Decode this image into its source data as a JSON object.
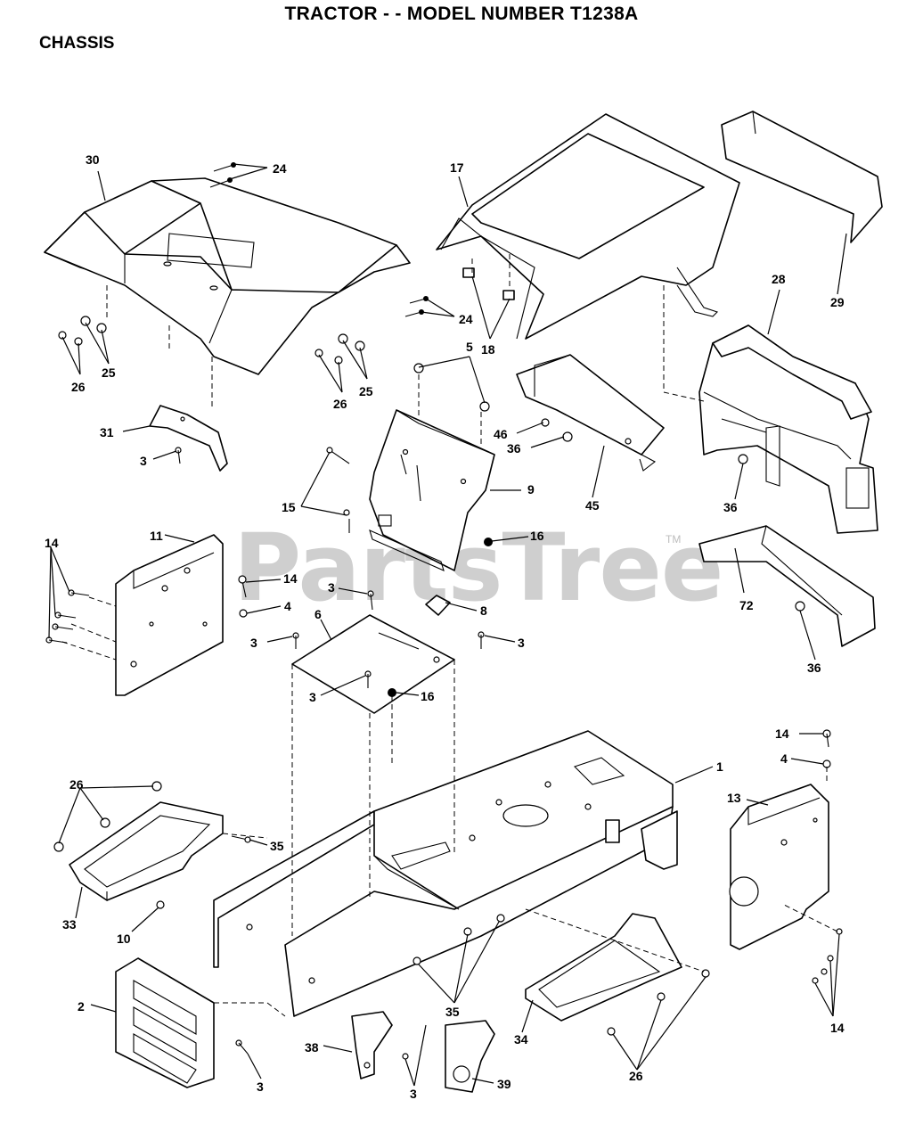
{
  "header": {
    "title": "TRACTOR - - MODEL NUMBER T1238A",
    "section": "CHASSIS"
  },
  "watermark": {
    "text": "PartsTree",
    "trademark": "TM"
  },
  "callouts": [
    {
      "id": "c30",
      "text": "30"
    },
    {
      "id": "c24a",
      "text": "24"
    },
    {
      "id": "c17",
      "text": "17"
    },
    {
      "id": "c29",
      "text": "29"
    },
    {
      "id": "c24b",
      "text": "24"
    },
    {
      "id": "c18",
      "text": "18"
    },
    {
      "id": "c28",
      "text": "28"
    },
    {
      "id": "c25a",
      "text": "25"
    },
    {
      "id": "c26a",
      "text": "26"
    },
    {
      "id": "c25b",
      "text": "25"
    },
    {
      "id": "c26b",
      "text": "26"
    },
    {
      "id": "c5",
      "text": "5"
    },
    {
      "id": "c31",
      "text": "31"
    },
    {
      "id": "c3a",
      "text": "3"
    },
    {
      "id": "c46",
      "text": "46"
    },
    {
      "id": "c36a",
      "text": "36"
    },
    {
      "id": "c9",
      "text": "9"
    },
    {
      "id": "c45",
      "text": "45"
    },
    {
      "id": "c36b",
      "text": "36"
    },
    {
      "id": "c15",
      "text": "15"
    },
    {
      "id": "c16a",
      "text": "16"
    },
    {
      "id": "c14a",
      "text": "14"
    },
    {
      "id": "c11",
      "text": "11"
    },
    {
      "id": "c14b",
      "text": "14"
    },
    {
      "id": "c3b",
      "text": "3"
    },
    {
      "id": "c4a",
      "text": "4"
    },
    {
      "id": "c8",
      "text": "8"
    },
    {
      "id": "c6",
      "text": "6"
    },
    {
      "id": "c72",
      "text": "72"
    },
    {
      "id": "c3c",
      "text": "3"
    },
    {
      "id": "c3d",
      "text": "3"
    },
    {
      "id": "c36c",
      "text": "36"
    },
    {
      "id": "c3e",
      "text": "3"
    },
    {
      "id": "c16b",
      "text": "16"
    },
    {
      "id": "c14c",
      "text": "14"
    },
    {
      "id": "c1",
      "text": "1"
    },
    {
      "id": "c4b",
      "text": "4"
    },
    {
      "id": "c26c",
      "text": "26"
    },
    {
      "id": "c13",
      "text": "13"
    },
    {
      "id": "c35a",
      "text": "35"
    },
    {
      "id": "c33",
      "text": "33"
    },
    {
      "id": "c10",
      "text": "10"
    },
    {
      "id": "c2",
      "text": "2"
    },
    {
      "id": "c35b",
      "text": "35"
    },
    {
      "id": "c14d",
      "text": "14"
    },
    {
      "id": "c34",
      "text": "34"
    },
    {
      "id": "c38",
      "text": "38"
    },
    {
      "id": "c39",
      "text": "39"
    },
    {
      "id": "c3f",
      "text": "3"
    },
    {
      "id": "c3g",
      "text": "3"
    },
    {
      "id": "c26d",
      "text": "26"
    }
  ]
}
